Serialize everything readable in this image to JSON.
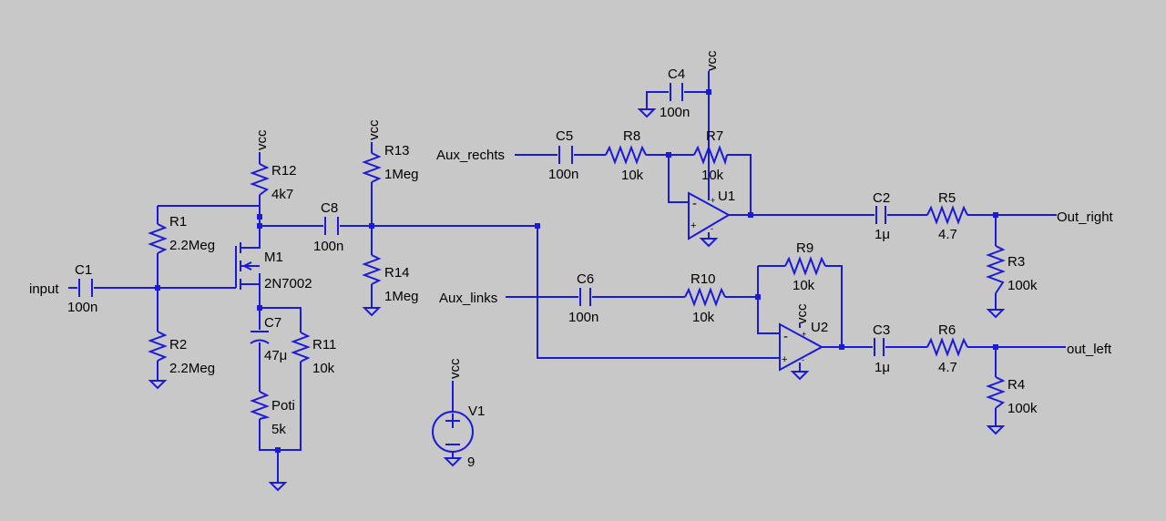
{
  "window": {
    "title": ""
  },
  "labels": {
    "input": "input",
    "aux_rechts": "Aux_rechts",
    "aux_links": "Aux_links",
    "out_right": "Out_right",
    "out_left": "out_left",
    "vcc": "vcc"
  },
  "components": {
    "C1": {
      "name": "C1",
      "value": "100n"
    },
    "C2": {
      "name": "C2",
      "value": "1μ"
    },
    "C3": {
      "name": "C3",
      "value": "1μ"
    },
    "C4": {
      "name": "C4",
      "value": "100n"
    },
    "C5": {
      "name": "C5",
      "value": "100n"
    },
    "C6": {
      "name": "C6",
      "value": "100n"
    },
    "C7": {
      "name": "C7",
      "value": "47μ"
    },
    "C8": {
      "name": "C8",
      "value": "100n"
    },
    "R1": {
      "name": "R1",
      "value": "2.2Meg"
    },
    "R2": {
      "name": "R2",
      "value": "2.2Meg"
    },
    "R3": {
      "name": "R3",
      "value": "100k"
    },
    "R4": {
      "name": "R4",
      "value": "100k"
    },
    "R5": {
      "name": "R5",
      "value": "4.7"
    },
    "R6": {
      "name": "R6",
      "value": "4.7"
    },
    "R7": {
      "name": "R7",
      "value": "10k"
    },
    "R8": {
      "name": "R8",
      "value": "10k"
    },
    "R9": {
      "name": "R9",
      "value": "10k"
    },
    "R10": {
      "name": "R10",
      "value": "10k"
    },
    "R11": {
      "name": "R11",
      "value": "10k"
    },
    "R12": {
      "name": "R12",
      "value": "4k7"
    },
    "R13": {
      "name": "R13",
      "value": "1Meg"
    },
    "R14": {
      "name": "R14",
      "value": "1Meg"
    },
    "POTI": {
      "name": "Poti",
      "value": "5k"
    },
    "M1": {
      "name": "M1",
      "value": "2N7002"
    },
    "U1": {
      "name": "U1"
    },
    "U2": {
      "name": "U2"
    },
    "V1": {
      "name": "V1",
      "value": "9"
    }
  },
  "colors": {
    "background": "#c8c8c8",
    "wire": "#1a1adb",
    "text": "#000000"
  }
}
